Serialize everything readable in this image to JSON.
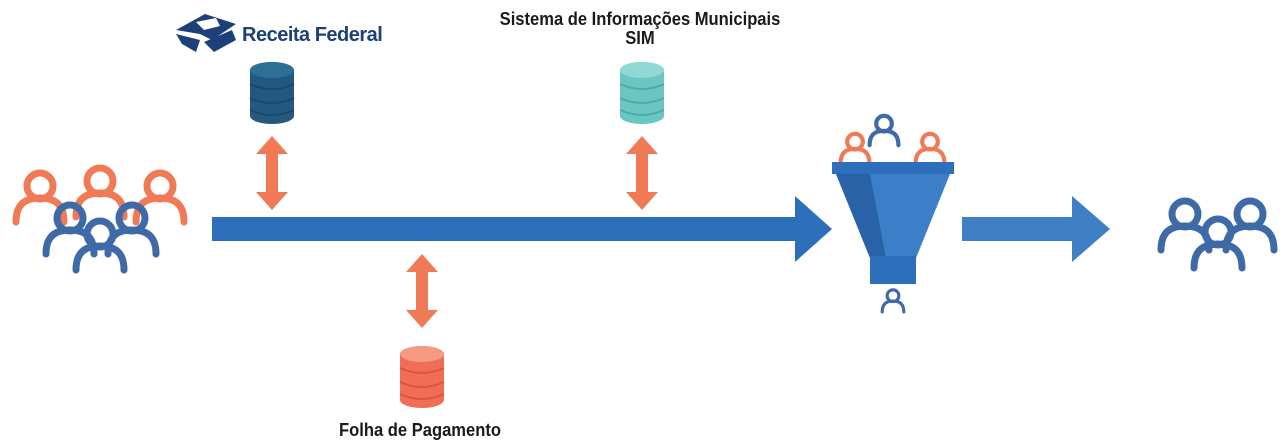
{
  "logo": {
    "text": "Receita Federal"
  },
  "sim": {
    "line1": "Sistema de Informações Municipais",
    "line2": "SIM"
  },
  "payroll": {
    "label": "Folha de Pagamento"
  },
  "colors": {
    "orange": "#ef7a55",
    "blue": "#3f6aa8",
    "arrow_blue": "#2d6fba",
    "db_dark": "#23597f",
    "db_teal": "#69c6c2",
    "db_orange": "#ef6e55"
  }
}
